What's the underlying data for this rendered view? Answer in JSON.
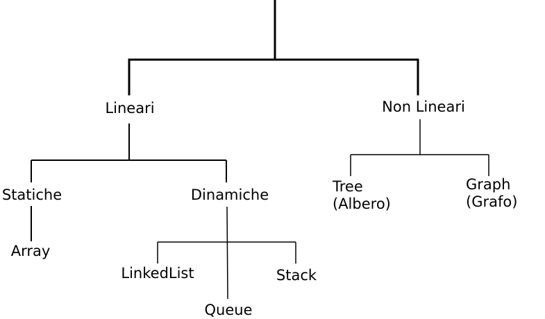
{
  "diagram": {
    "line_color": "#000000",
    "nodes": {
      "lineari": "Lineari",
      "non_lineari": "Non Lineari",
      "statiche": "Statiche",
      "dinamiche": "Dinamiche",
      "array": "Array",
      "linkedlist": "LinkedList",
      "queue": "Queue",
      "stack": "Stack",
      "tree_line1": "Tree",
      "tree_line2": "(Albero)",
      "graph_line1": "Graph",
      "graph_line2": "(Grafo)"
    }
  }
}
